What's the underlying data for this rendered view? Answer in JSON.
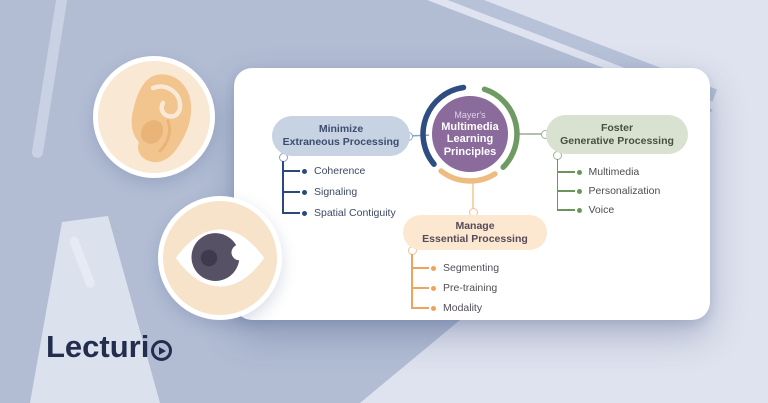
{
  "brand": {
    "name": "Lecturio",
    "text_part": "Lecturi",
    "logo_color": "#232e4f"
  },
  "icons": {
    "play": "play-icon",
    "ear": "ear-illustration",
    "eye": "eye-illustration"
  },
  "center": {
    "eyebrow": "Mayer's",
    "line1": "Multimedia",
    "line2": "Learning",
    "line3": "Principles",
    "circle_color": "#8a6b9c"
  },
  "branches": {
    "minimize": {
      "line1": "Minimize",
      "line2": "Extraneous Processing",
      "items": [
        "Coherence",
        "Signaling",
        "Spatial Contiguity"
      ],
      "pill_color": "#c7d2e3",
      "accent_color": "#2a4a7e"
    },
    "foster": {
      "line1": "Foster",
      "line2": "Generative Processing",
      "items": [
        "Multimedia",
        "Personalization",
        "Voice"
      ],
      "pill_color": "#d9e2d1",
      "accent_color": "#699659"
    },
    "manage": {
      "line1": "Manage",
      "line2": "Essential Processing",
      "items": [
        "Segmenting",
        "Pre-training",
        "Modality"
      ],
      "pill_color": "#fce8d1",
      "accent_color": "#efa35c"
    }
  },
  "background": {
    "base_color": "#b2bdd4",
    "panel_color": "#dfe3ef"
  }
}
